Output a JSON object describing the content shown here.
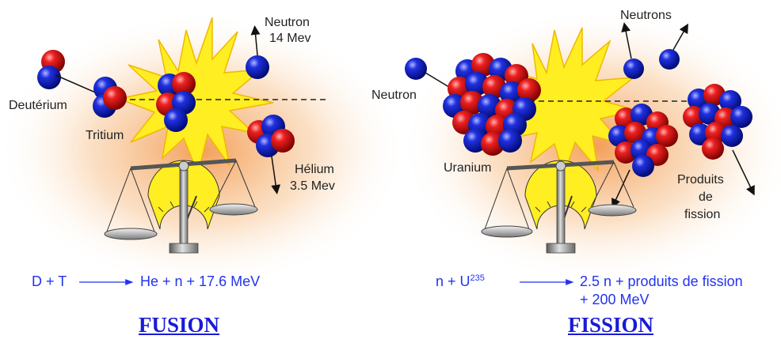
{
  "fusion": {
    "labels": {
      "deuterium": "Deutérium",
      "tritium": "Tritium",
      "neutron_line1": "Neutron",
      "neutron_line2": "14 Mev",
      "helium_line1": "Hélium",
      "helium_line2": "3.5 Mev"
    },
    "equation_left": "D + T",
    "equation_right": "He + n + 17.6 MeV",
    "title": "FUSION"
  },
  "fission": {
    "labels": {
      "neutrons": "Neutrons",
      "neutron": "Neutron",
      "uranium": "Uranium",
      "products_line1": "Produits",
      "products_line2": "de",
      "products_line3": "fission"
    },
    "equation_n": "n + U",
    "equation_sup": "235",
    "equation_right": "2.5 n + produits de fission",
    "equation_line2": "+ 200 MeV",
    "title": "FISSION"
  },
  "colors": {
    "proton": "#d81818",
    "neutron": "#1820c8",
    "burst": "#ffee22",
    "glow": "#f6a25c",
    "equation_text": "#2233ee",
    "title_link": "#1a1ad8"
  }
}
